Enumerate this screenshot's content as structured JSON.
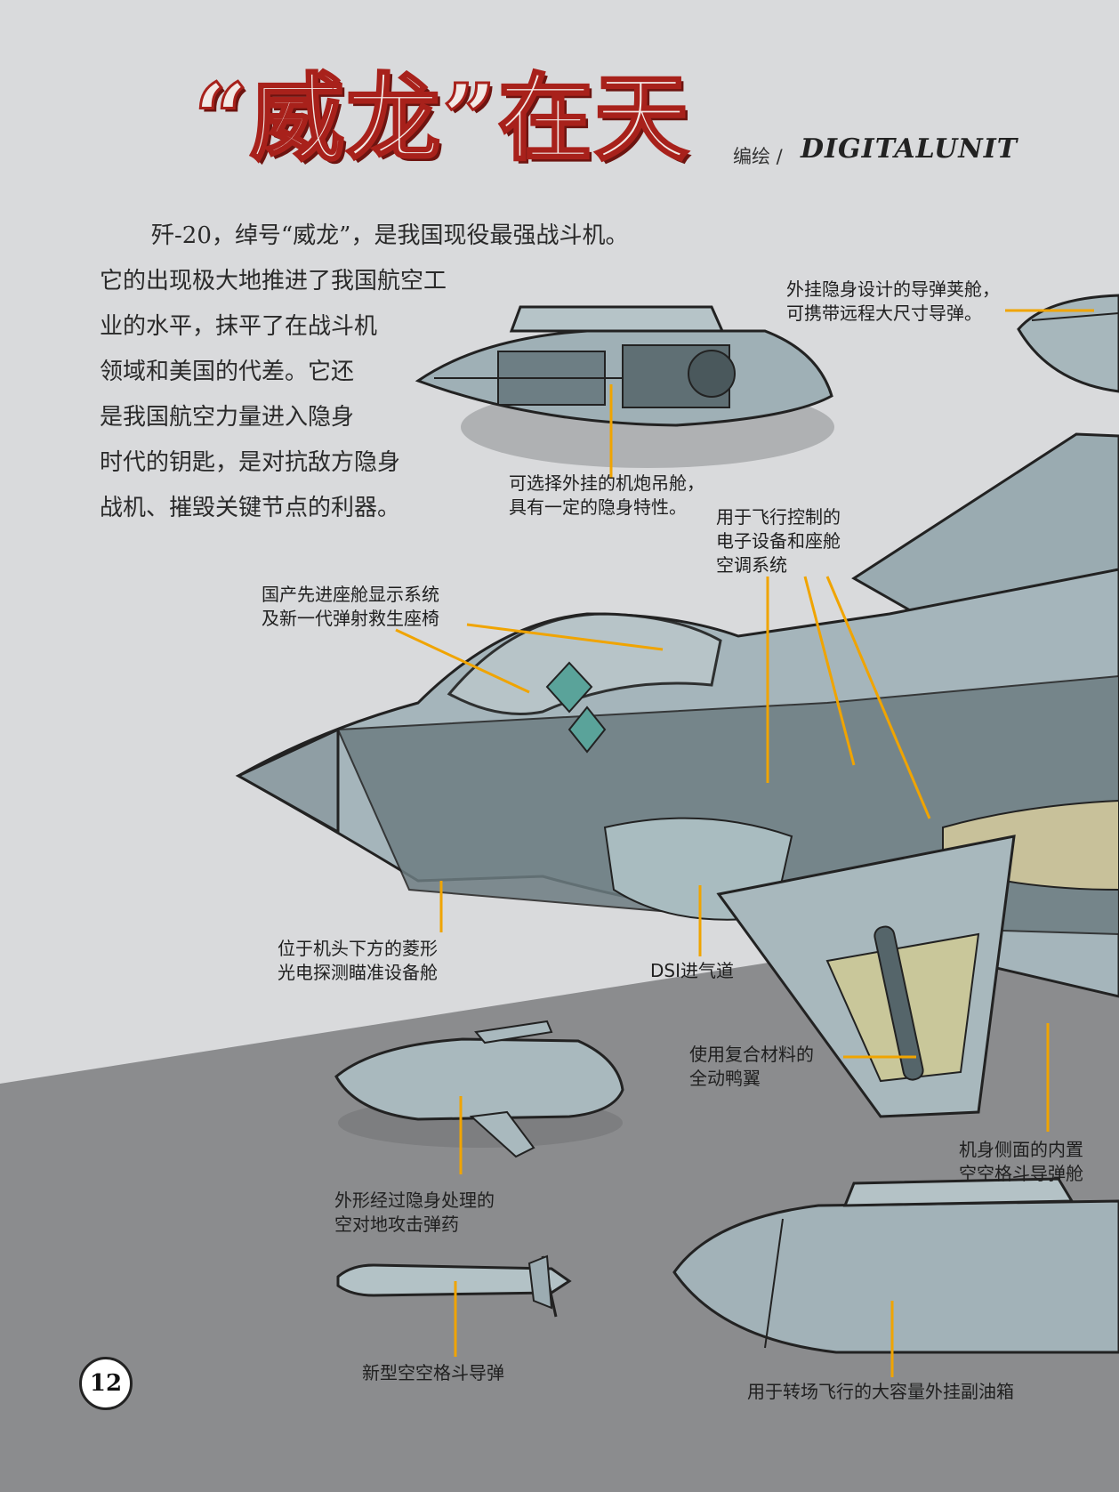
{
  "header": {
    "title": "“威龙”在天",
    "byline": "编绘 /",
    "brand": "DIGITALUNIT"
  },
  "intro": {
    "lines": [
      "歼-20，绰号“威龙”，是我国现役最强战斗机。",
      "它的出现极大地推进了我国航空工",
      "业的水平，抹平了在战斗机",
      "领域和美国的代差。它还",
      "是我国航空力量进入隐身",
      "时代的钥匙，是对抗敌方隐身",
      "战机、摧毁关键节点的利器。"
    ]
  },
  "labels": {
    "missile_pod": [
      "外挂隐身设计的导弹荚舱，",
      "可携带远程大尺寸导弹。"
    ],
    "gun_pod": [
      "可选择外挂的机炮吊舱，",
      "具有一定的隐身特性。"
    ],
    "avionics": [
      "用于飞行控制的",
      "电子设备和座舱",
      "空调系统"
    ],
    "cockpit": [
      "国产先进座舱显示系统",
      "及新一代弹射救生座椅"
    ],
    "eots": [
      "位于机头下方的菱形",
      "光电探测瞄准设备舱"
    ],
    "dsi": [
      "DSI进气道"
    ],
    "canard": [
      "使用复合材料的",
      "全动鸭翼"
    ],
    "side_bay": [
      "机身侧面的内置",
      "空空格斗导弹舱"
    ],
    "stealth_munition": [
      "外形经过隐身处理的",
      "空对地攻击弹药"
    ],
    "aam": [
      "新型空空格斗导弹"
    ],
    "drop_tank": [
      "用于转场飞行的大容量外挂副油箱"
    ]
  },
  "page_number": "12",
  "colors": {
    "leader": "#f0a400",
    "title_red": "#a8211b",
    "floor": "#8e8f91",
    "metal": "#a9b8be"
  }
}
